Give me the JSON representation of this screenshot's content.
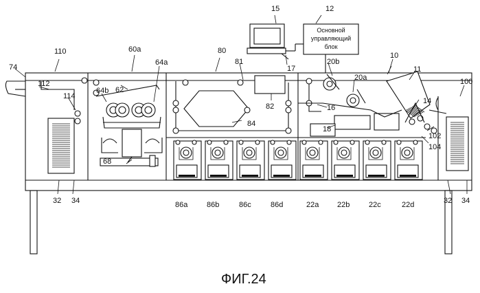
{
  "caption": "ФИГ.24",
  "control_unit": {
    "line1": "Основной",
    "line2": "управляющий",
    "line3": "блок"
  },
  "labels": {
    "n10": "10",
    "n11": "11",
    "n12": "12",
    "n14": "14",
    "n15": "15",
    "n16": "16",
    "n17": "17",
    "n18": "18",
    "n20a": "20a",
    "n20b": "20b",
    "n22a": "22a",
    "n22b": "22b",
    "n22c": "22c",
    "n22d": "22d",
    "n32l": "32",
    "n32r": "32",
    "n34l": "34",
    "n34r": "34",
    "n60a": "60a",
    "n62": "62",
    "n64a": "64a",
    "n64b": "64b",
    "n68": "68",
    "n74": "74",
    "n80": "80",
    "n81": "81",
    "n82": "82",
    "n84": "84",
    "n86a": "86a",
    "n86b": "86b",
    "n86c": "86c",
    "n86d": "86d",
    "n100": "100",
    "n102": "102",
    "n104": "104",
    "n110": "110",
    "n112": "112",
    "n114": "114"
  }
}
